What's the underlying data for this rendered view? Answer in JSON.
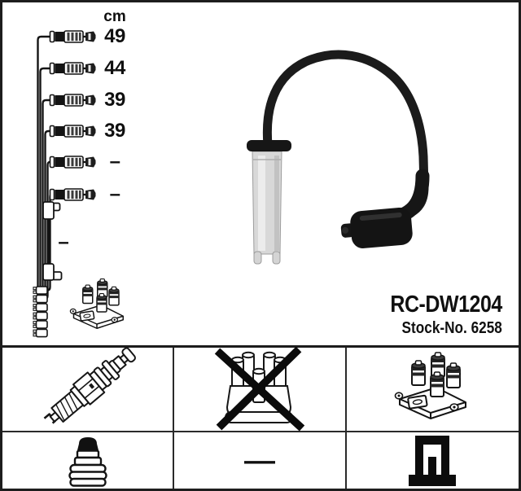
{
  "product": {
    "part_number": "RC-DW1204",
    "stock_number_label": "Stock-No. 6258"
  },
  "length_table": {
    "unit_header": "cm",
    "cable_lengths": [
      "49",
      "44",
      "39",
      "39",
      "–",
      "–"
    ],
    "extra_cable_length": "–"
  },
  "compatibility_grid": {
    "icons": [
      "spark-plug-icon",
      "distributor-cap-crossed-out-icon",
      "ignition-coil-pack-icon",
      "plug-terminal-nut-icon",
      "dash-placeholder",
      "coil-terminal-icon"
    ],
    "dash_cell_value": "—"
  },
  "colors": {
    "line": "#1a1a1a",
    "boot_silver": "#d8d8d8",
    "background": "#ffffff"
  }
}
